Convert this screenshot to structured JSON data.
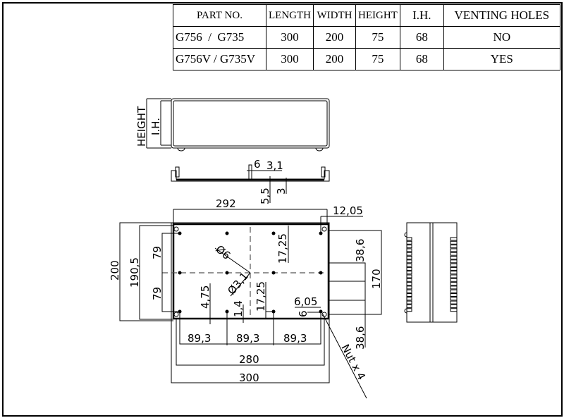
{
  "table": {
    "headers": [
      "PART NO.",
      "LENGTH",
      "WIDTH",
      "HEIGHT",
      "I.H.",
      "VENTING HOLES"
    ],
    "rows": [
      [
        "G756  /  G735",
        "300",
        "200",
        "75",
        "68",
        "NO"
      ],
      [
        "G756V / G735V",
        "300",
        "200",
        "75",
        "68",
        "YES"
      ]
    ]
  },
  "side_view": {
    "height_label": "HEIGHT",
    "ih_label": "I.H."
  },
  "lid_view": {
    "dim_6": "6",
    "dim_3_1": "3,1",
    "dim_5_5": "5,5",
    "dim_3": "3"
  },
  "plan_view": {
    "dim_292": "292",
    "dim_12_05": "12,05",
    "dim_200": "200",
    "dim_190_5": "190,5",
    "dim_79_top": "79",
    "dim_79_bottom": "79",
    "dim_dia6": "Ø6",
    "dim_dia3_1": "Ø3,1",
    "dim_17_25_top": "17,25",
    "dim_17_25_bottom": "17,25",
    "dim_4_75": "4,75",
    "dim_1_4": "1,4",
    "dim_6_05": "6,05",
    "dim_6": "6",
    "dim_38_6_top": "38,6",
    "dim_38_6_bottom": "38,6",
    "dim_170": "170",
    "dim_89_3": [
      "89,3",
      "89,3",
      "89,3"
    ],
    "dim_280": "280",
    "dim_300": "300",
    "nut_label": "Nut x 4"
  }
}
